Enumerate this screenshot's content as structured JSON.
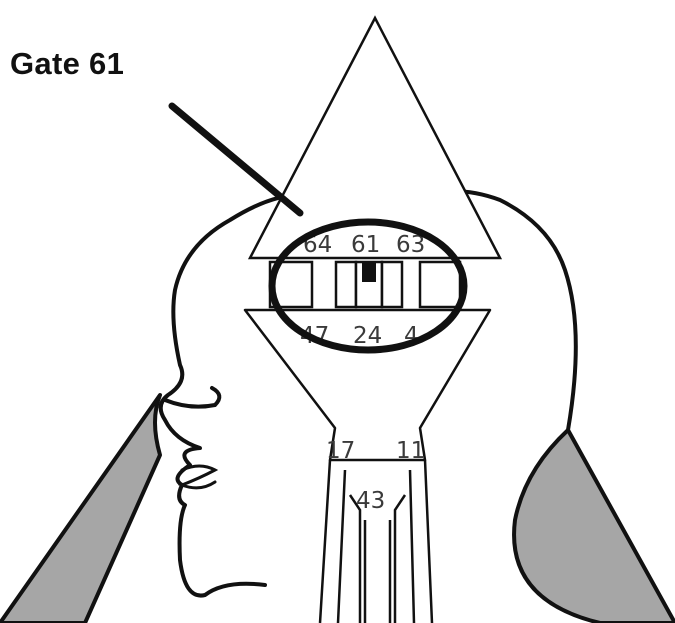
{
  "callout_label": "Gate 61",
  "head_center": {
    "gates_top": [
      "64",
      "61",
      "63"
    ]
  },
  "ajna_center": {
    "gates_top": [
      "47",
      "24",
      "4"
    ]
  },
  "throat_center": {
    "gates_top": [
      "17",
      "11"
    ],
    "gate_middle": "43"
  },
  "colors": {
    "background": "#ffffff",
    "outline": "#111111",
    "shoulders_fill": "#a6a6a6",
    "gate_active": "#111111"
  }
}
